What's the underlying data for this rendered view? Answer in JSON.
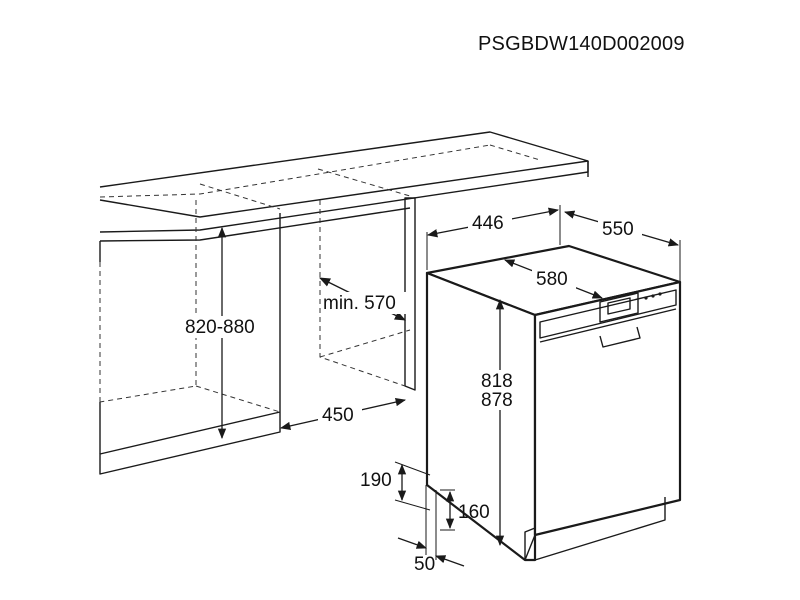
{
  "diagram_code": "PSGBDW140D002009",
  "dimensions": {
    "cabinet_height": "820-880",
    "niche_depth": "min. 570",
    "niche_width": "450",
    "appliance_width": "446",
    "appliance_depth": "550",
    "top_depth": "580",
    "appliance_height_min": "818",
    "appliance_height_max": "878",
    "plinth_height_max": "190",
    "plinth_height_min": "160",
    "plinth_offset": "50"
  }
}
